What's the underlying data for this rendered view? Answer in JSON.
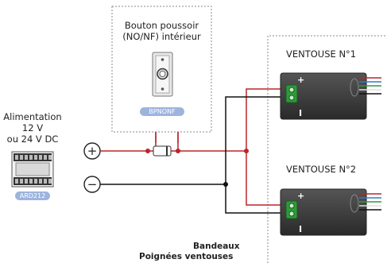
{
  "pushbutton": {
    "title_line1": "Bouton poussoir",
    "title_line2": "(NO/NF) intérieur",
    "ref": "BPNONF"
  },
  "power_supply": {
    "line1": "Alimentation",
    "line2": "12 V",
    "line3": "ou 24 V DC",
    "ref": "ARD212"
  },
  "terminals": {
    "positive_symbol": "+",
    "negative_symbol": "−"
  },
  "maglocks": [
    {
      "label": "VENTOUSE N°1",
      "plus": "+",
      "minus": "I"
    },
    {
      "label": "VENTOUSE N°2",
      "plus": "+",
      "minus": "I"
    }
  ],
  "footer": {
    "line1": "Bandeaux",
    "line2": "Poignées ventouses"
  },
  "colors": {
    "positive_wire": "#b8262c",
    "negative_wire": "#111111",
    "tag_bg": "#9db4dd",
    "terminal_green": "#2e9a3a",
    "maglock_body": "#3b3b3b"
  }
}
